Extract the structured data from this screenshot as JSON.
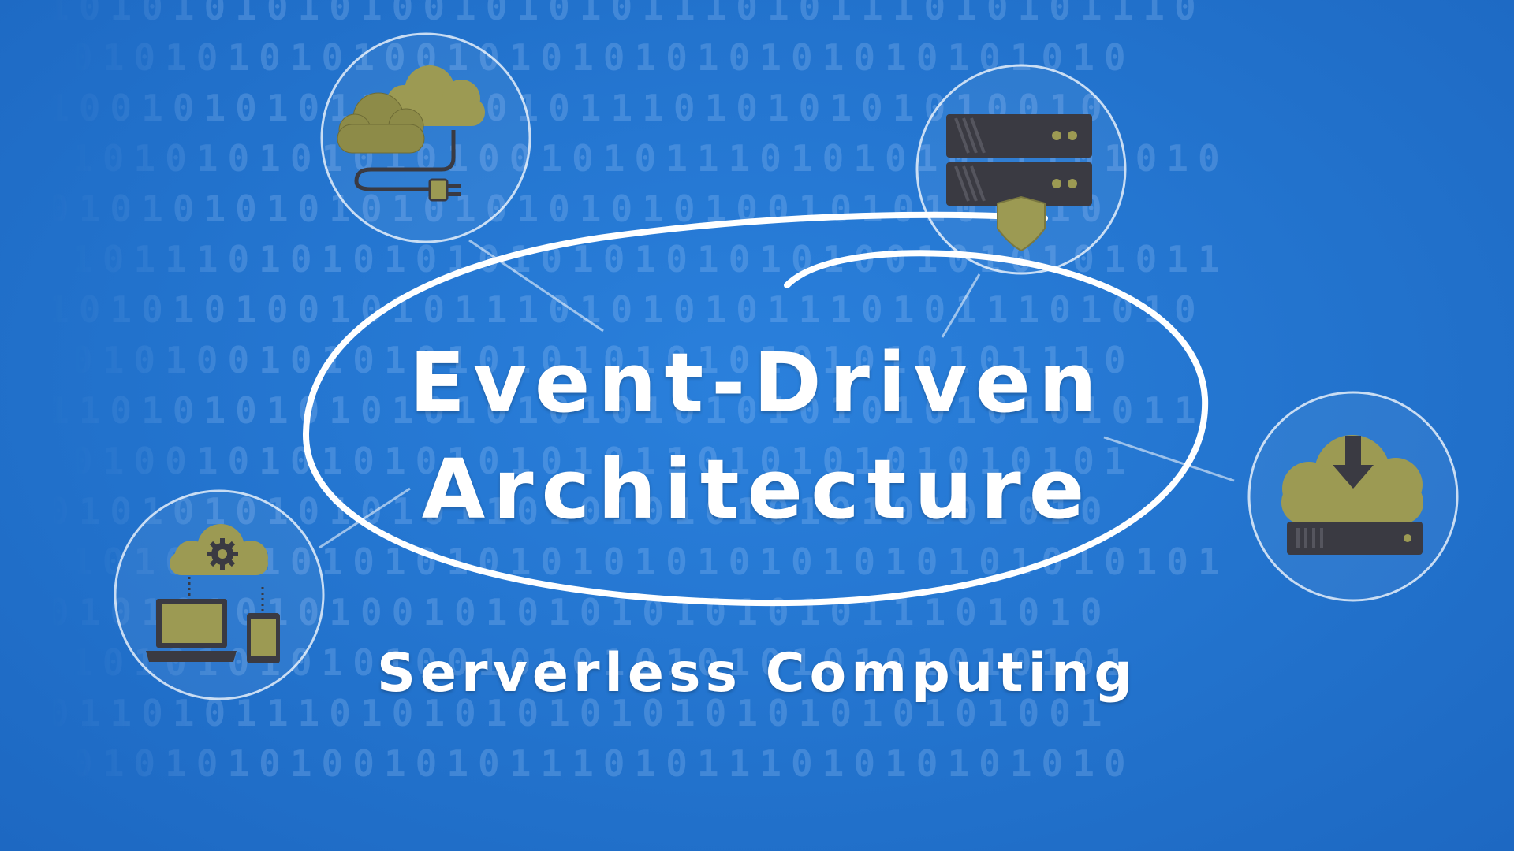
{
  "title_line_1": "Event-Driven",
  "title_line_2": "Architecture",
  "subtitle": "Serverless Computing",
  "background_binary_rows": [
    "1010101010100101010111010111010101110",
    "0101010101001010101010101010101010",
    "1001010101110101011101010101010010",
    "1010101010101001010111010101011101010",
    "0101010101010101010101001010101010",
    "1011101010101010101010101001010101011",
    "1010101001010111010101011101011101010",
    "0101001010101010101010101010101110",
    "1101010101010101010101010101010101011",
    "0100101010101010101101010101010101",
    "0101010101010110101010101010101010",
    "1010101010101010101010101010101010101",
    "0101010101001010101010101011101010",
    "1010101010100101010101010101010101",
    "0110101110101010101010101010101001",
    "0101010100101011101011101010101010"
  ],
  "colors": {
    "background": "#2273cf",
    "icon_fill": "#9c9a53",
    "device_dark": "#3a3a42",
    "line": "#ffffff"
  },
  "icons": [
    "cloud-plug-icon",
    "server-shield-icon",
    "cloud-devices-icon",
    "cloud-download-icon"
  ]
}
